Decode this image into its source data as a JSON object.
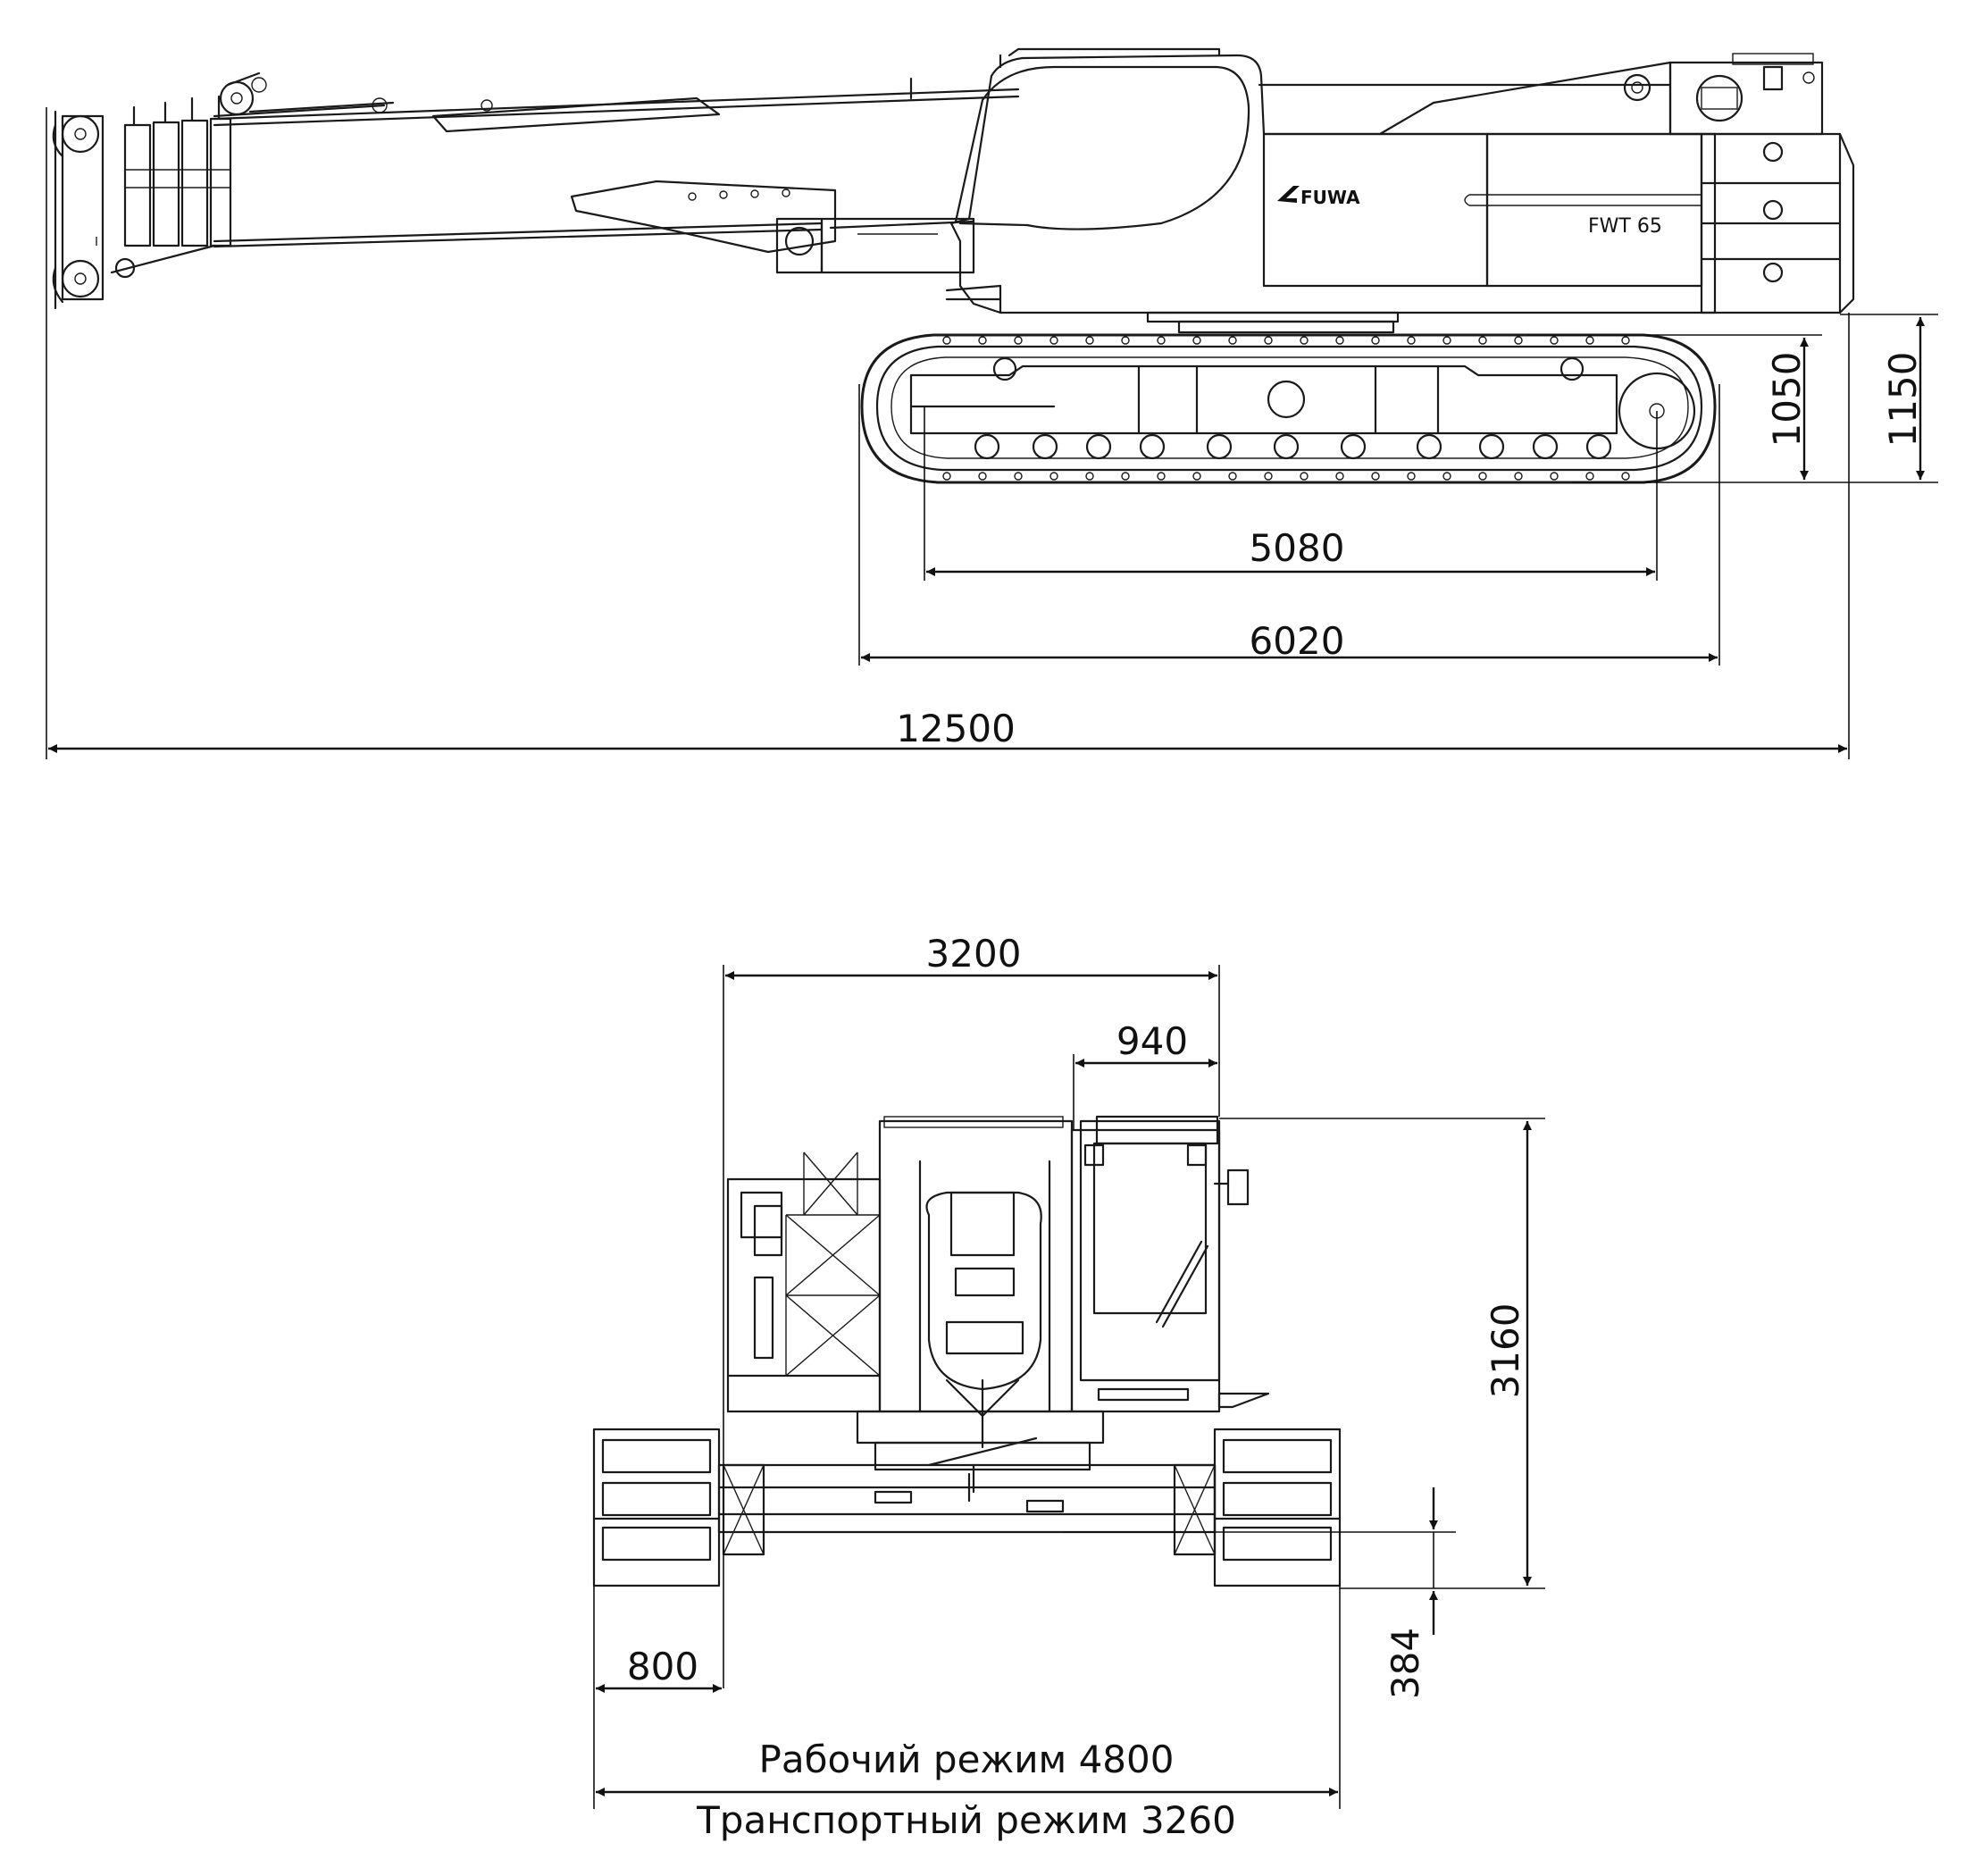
{
  "side_view": {
    "brand": "FUWA",
    "model": "FWT 65",
    "dims": {
      "roller_span": "5080",
      "track_length": "6020",
      "overall_length": "12500",
      "track_height": "1050",
      "body_height": "1150"
    }
  },
  "front_view": {
    "dims": {
      "upper_width": "3200",
      "cab_width": "940",
      "overall_height": "3160",
      "track_width": "800",
      "ground_clearance": "384",
      "working_width": "Рабочий режим 4800",
      "transport_width": "Транспортный режим 3260"
    }
  }
}
